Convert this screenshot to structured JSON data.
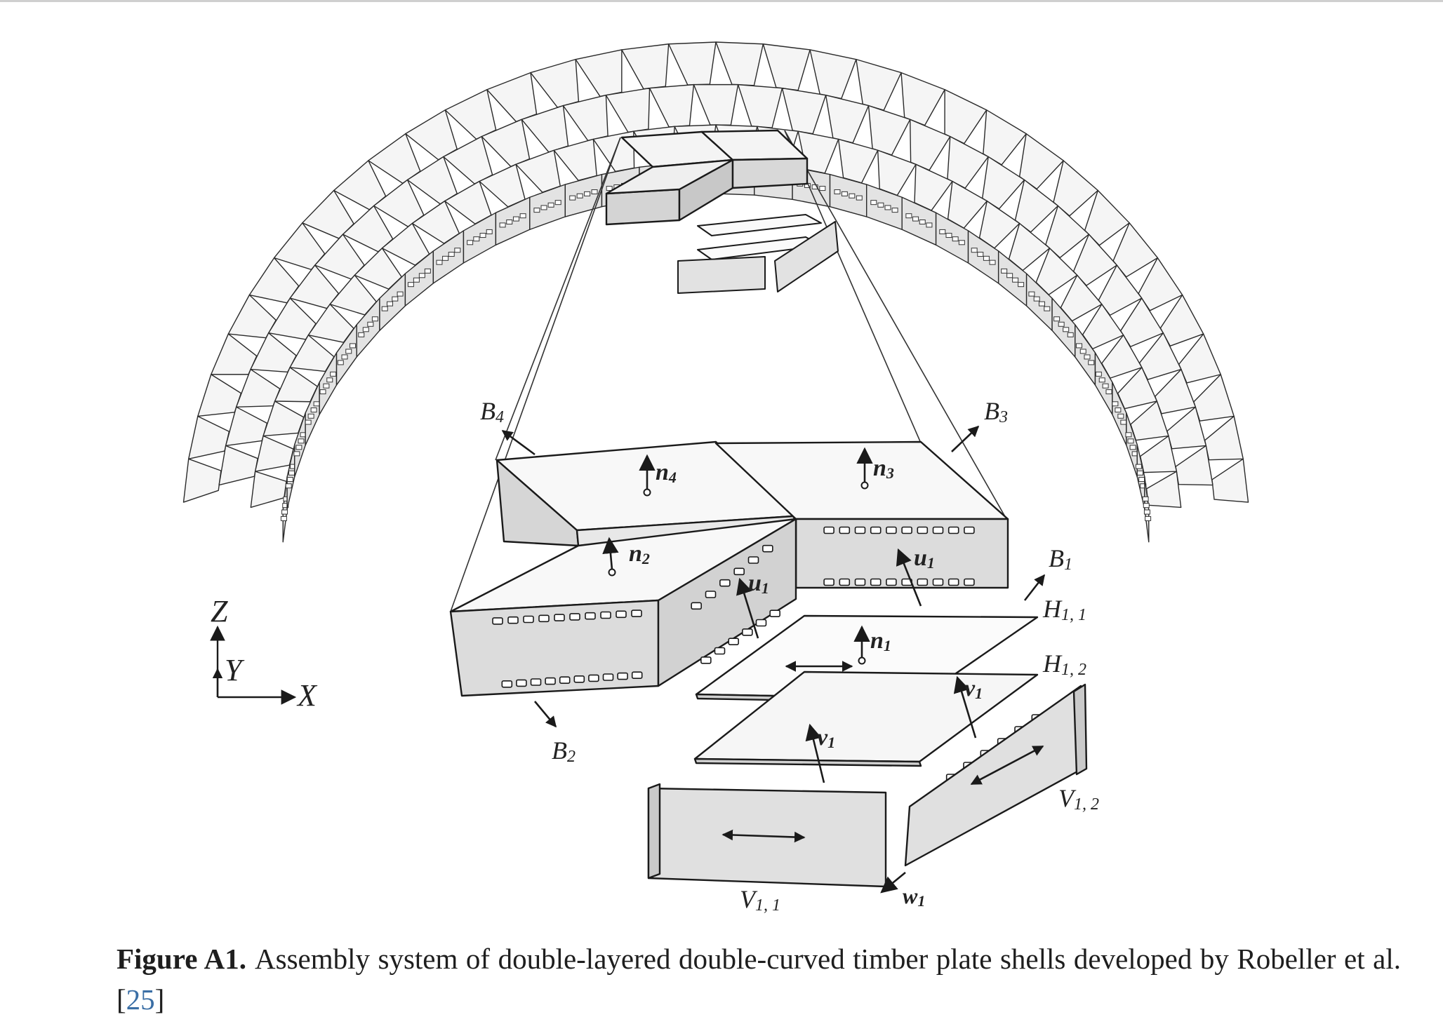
{
  "figure": {
    "axis_labels": {
      "z": "Z",
      "y": "Y",
      "x": "X"
    },
    "labels": {
      "B4": "B",
      "B4_sub": "4",
      "B3": "B",
      "B3_sub": "3",
      "B2": "B",
      "B2_sub": "2",
      "B1": "B",
      "B1_sub": "1",
      "n4": "n",
      "n4_sub": "4",
      "n3": "n",
      "n3_sub": "3",
      "n2": "n",
      "n2_sub": "2",
      "n1": "n",
      "n1_sub": "1",
      "u1a": "u",
      "u1a_sub": "1",
      "u1b": "u",
      "u1b_sub": "1",
      "v1a": "v",
      "v1a_sub": "1",
      "v1b": "v",
      "v1b_sub": "1",
      "w1": "w",
      "w1_sub": "1",
      "H11": "H",
      "H11_sub": "1, 1",
      "H12": "H",
      "H12_sub": "1, 2",
      "V11": "V",
      "V11_sub": "1, 1",
      "V12": "V",
      "V12_sub": "1, 2"
    },
    "colors": {
      "stroke": "#2a2a2a",
      "panel_top": "#f7f7f7",
      "panel_side": "#d9d9d9",
      "panel_light": "#fbfbfb"
    }
  },
  "caption": {
    "label": "Figure A1.",
    "text_before_ref": "Assembly system of double-layered double-curved timber plate shells developed by Robeller et al. [",
    "ref": "25",
    "text_after_ref": "]"
  }
}
